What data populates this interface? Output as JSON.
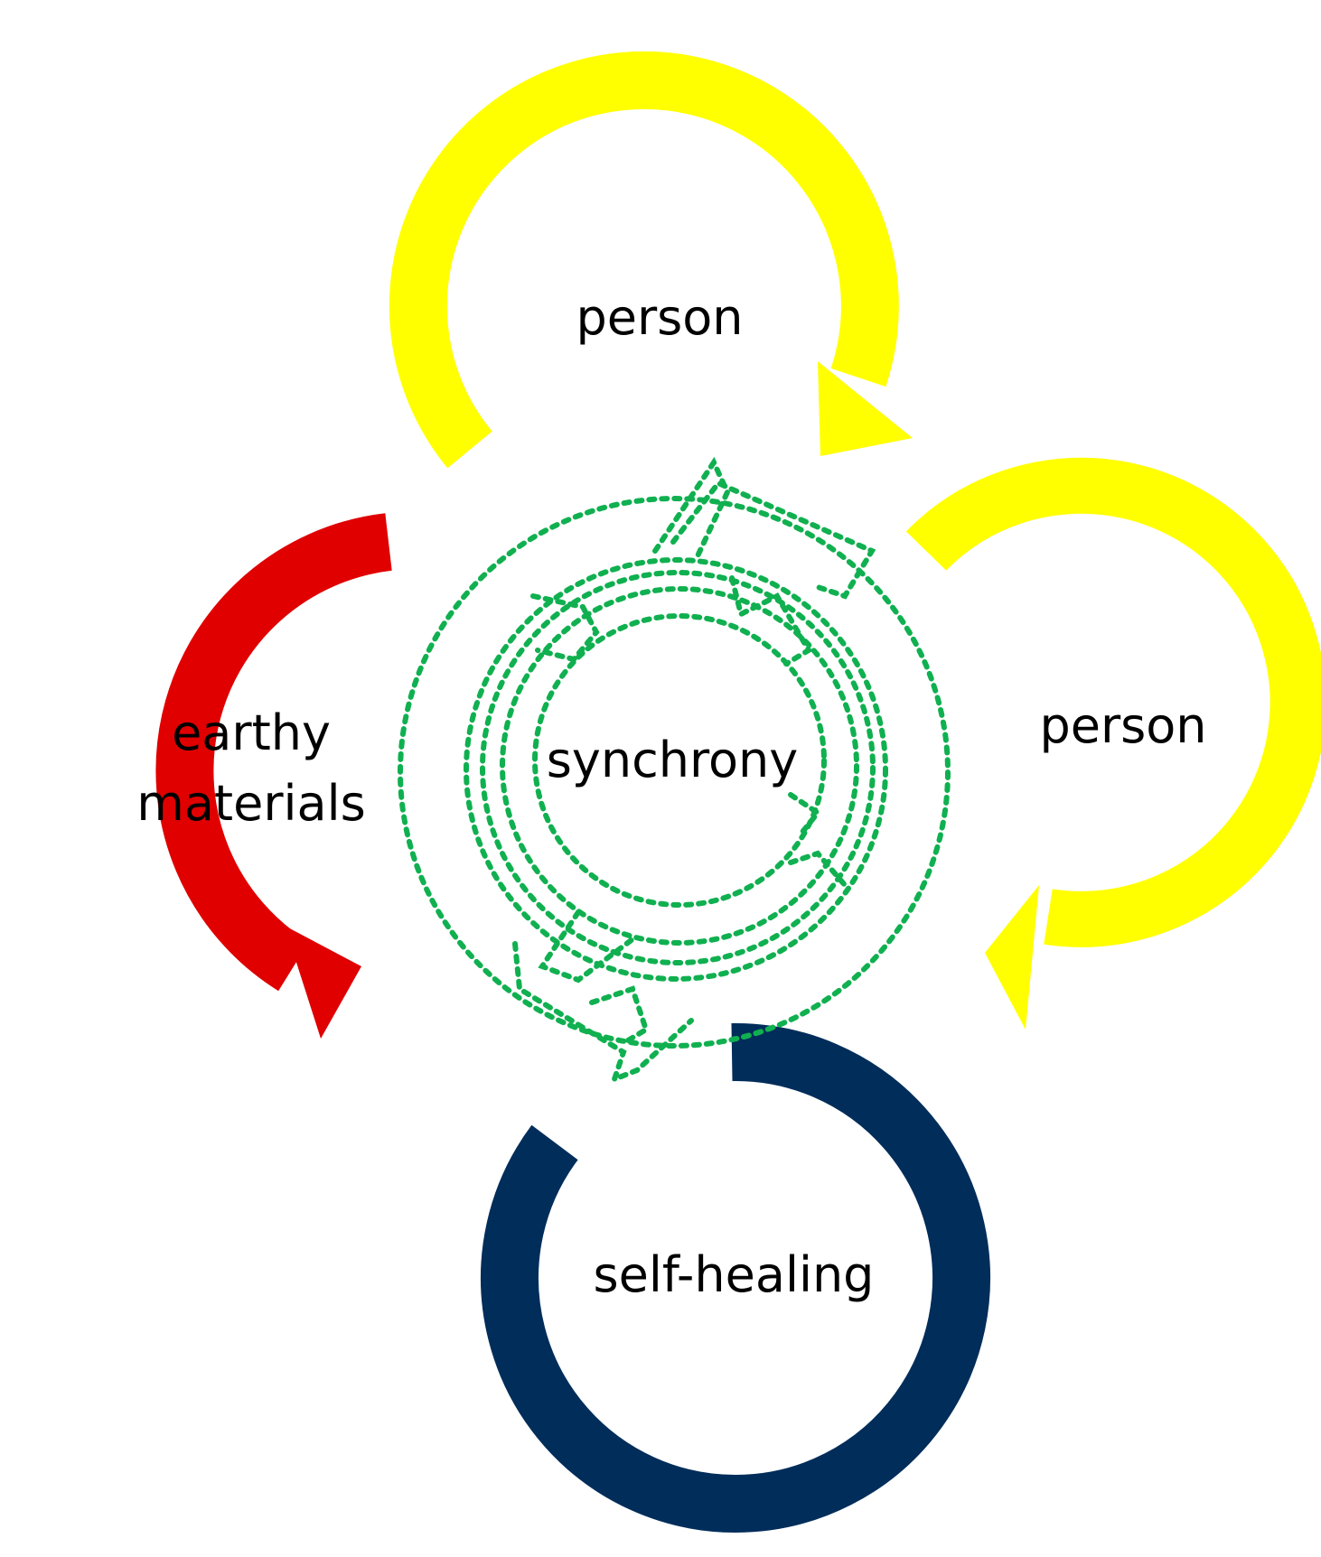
{
  "colors": {
    "person_top": "#ffff00",
    "person_right": "#ffff00",
    "earthy": "#e00000",
    "self_healing": "#002d5a",
    "synchrony": "#10b050",
    "text": "#000000",
    "background": "#ffffff"
  },
  "labels": {
    "person_top": "person",
    "person_right": "person",
    "earthy_line1": "earthy",
    "earthy_line2": "materials",
    "synchrony": "synchrony",
    "self_healing": "self-healing"
  }
}
